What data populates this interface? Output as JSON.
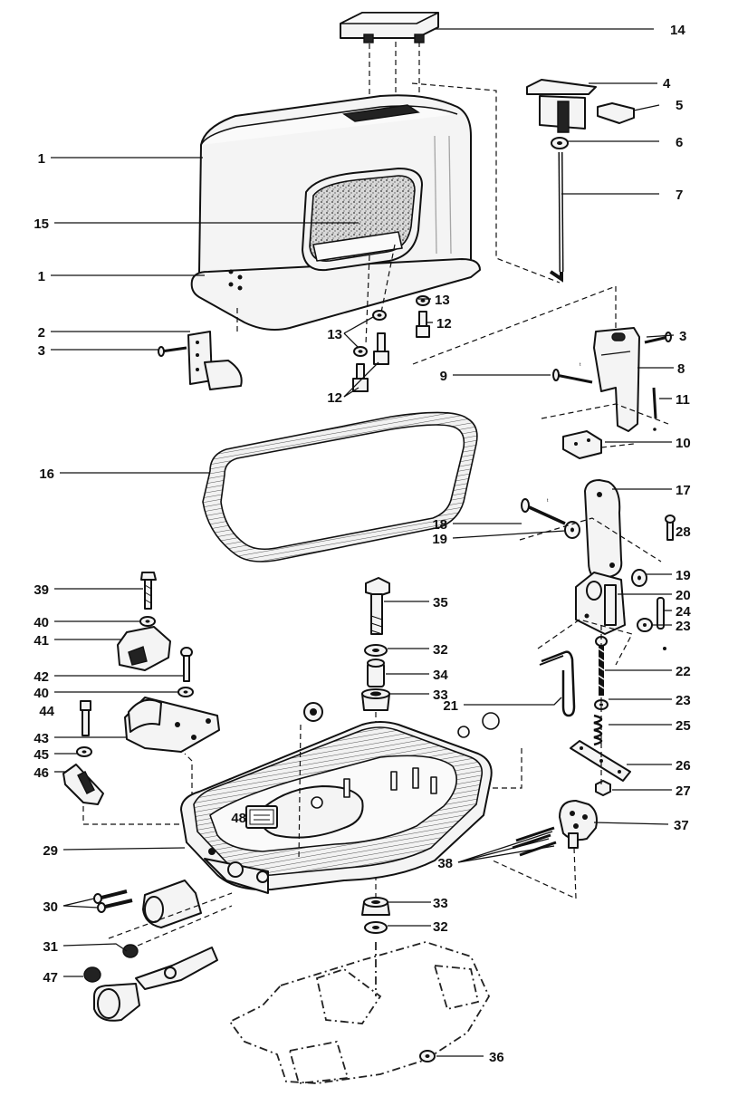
{
  "callouts": [
    {
      "id": "14",
      "label": "14"
    },
    {
      "id": "4",
      "label": "4"
    },
    {
      "id": "5",
      "label": "5"
    },
    {
      "id": "6",
      "label": "6"
    },
    {
      "id": "7",
      "label": "7"
    },
    {
      "id": "1a",
      "label": "1"
    },
    {
      "id": "15",
      "label": "15"
    },
    {
      "id": "1b",
      "label": "1"
    },
    {
      "id": "13a",
      "label": "13"
    },
    {
      "id": "12a",
      "label": "12"
    },
    {
      "id": "2",
      "label": "2"
    },
    {
      "id": "3a",
      "label": "3"
    },
    {
      "id": "13b",
      "label": "13"
    },
    {
      "id": "12b",
      "label": "12"
    },
    {
      "id": "3b",
      "label": "3"
    },
    {
      "id": "9",
      "label": "9"
    },
    {
      "id": "8",
      "label": "8"
    },
    {
      "id": "11",
      "label": "11"
    },
    {
      "id": "10",
      "label": "10"
    },
    {
      "id": "16",
      "label": "16"
    },
    {
      "id": "17",
      "label": "17"
    },
    {
      "id": "18",
      "label": "18"
    },
    {
      "id": "28",
      "label": "28"
    },
    {
      "id": "19a",
      "label": "19"
    },
    {
      "id": "19b",
      "label": "19"
    },
    {
      "id": "39",
      "label": "39"
    },
    {
      "id": "35",
      "label": "35"
    },
    {
      "id": "20",
      "label": "20"
    },
    {
      "id": "24",
      "label": "24"
    },
    {
      "id": "40a",
      "label": "40"
    },
    {
      "id": "23a",
      "label": "23"
    },
    {
      "id": "41",
      "label": "41"
    },
    {
      "id": "32a",
      "label": "32"
    },
    {
      "id": "42",
      "label": "42"
    },
    {
      "id": "34",
      "label": "34"
    },
    {
      "id": "22",
      "label": "22"
    },
    {
      "id": "40b",
      "label": "40"
    },
    {
      "id": "33a",
      "label": "33"
    },
    {
      "id": "23b",
      "label": "23"
    },
    {
      "id": "21",
      "label": "21"
    },
    {
      "id": "44",
      "label": "44"
    },
    {
      "id": "25",
      "label": "25"
    },
    {
      "id": "43",
      "label": "43"
    },
    {
      "id": "45",
      "label": "45"
    },
    {
      "id": "26",
      "label": "26"
    },
    {
      "id": "46",
      "label": "46"
    },
    {
      "id": "27",
      "label": "27"
    },
    {
      "id": "48",
      "label": "48"
    },
    {
      "id": "37",
      "label": "37"
    },
    {
      "id": "29",
      "label": "29"
    },
    {
      "id": "38",
      "label": "38"
    },
    {
      "id": "30",
      "label": "30"
    },
    {
      "id": "33b",
      "label": "33"
    },
    {
      "id": "32b",
      "label": "32"
    },
    {
      "id": "31",
      "label": "31"
    },
    {
      "id": "47",
      "label": "47"
    },
    {
      "id": "36",
      "label": "36"
    }
  ]
}
